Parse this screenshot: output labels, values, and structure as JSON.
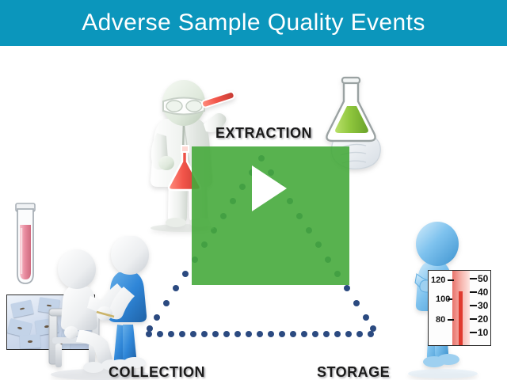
{
  "header": {
    "title": "Adverse Sample Quality Events",
    "background_color": "#0b96bc",
    "text_color": "#ffffff"
  },
  "diagram": {
    "name": "sample-quality-lifecycle-triangle",
    "connector_style": "dotted",
    "connector_color": "#2b4a80",
    "nodes": [
      {
        "id": "extraction",
        "label": "Extraction",
        "position": "top"
      },
      {
        "id": "collection",
        "label": "Collection",
        "position": "bottom-left"
      },
      {
        "id": "storage",
        "label": "Storage",
        "position": "bottom-right"
      }
    ]
  },
  "video": {
    "overlay_color": "#46aa3c",
    "play_icon": "play-triangle-icon",
    "state": "paused"
  },
  "illustrations": {
    "extraction": {
      "name": "scientist-with-flask",
      "description": "3D white figure in lab coat and safety goggles holding a conical flask and a pipette",
      "flask_color": "#f2554a",
      "glove_flask": {
        "name": "gloved-hand-holding-green-flask",
        "liquid_color": "#9ccc45"
      }
    },
    "collection": {
      "name": "blood-collection-scene",
      "description": "Nurse in blue scrubs drawing blood from a seated patient",
      "scrubs_color": "#2f86d8",
      "test_tube": {
        "name": "blood-test-tube",
        "liquid_color": "#eda0ae"
      },
      "slides_photo": {
        "name": "microscope-slides-photo",
        "tint": "#c3d3e8"
      }
    },
    "storage": {
      "name": "blue-figure-with-thermometer",
      "figure_color": "#7ec2ee",
      "thermometer": {
        "name": "thermometer-photo",
        "fahrenheit_ticks": [
          "120",
          "100",
          "80"
        ],
        "celsius_ticks": [
          "50",
          "40",
          "30",
          "20",
          "10"
        ],
        "mercury_color": "#e03a2f"
      }
    }
  }
}
